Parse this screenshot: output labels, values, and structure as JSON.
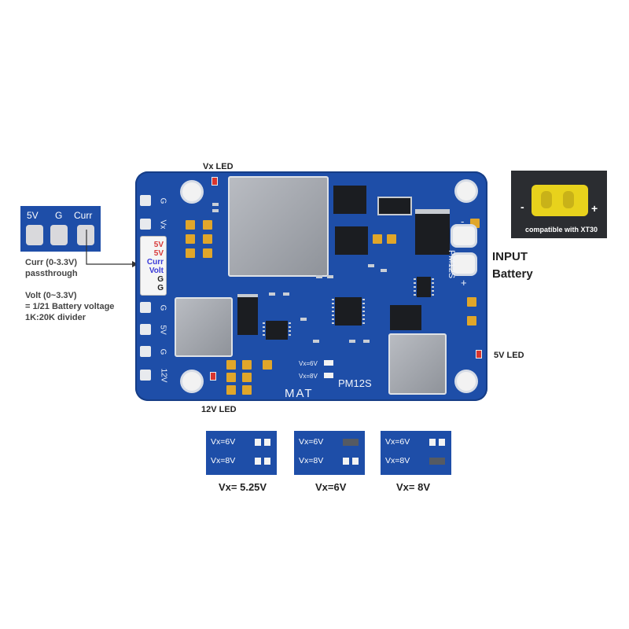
{
  "pinout": {
    "labels": [
      "5V",
      "G",
      "Curr"
    ]
  },
  "notes": {
    "curr_line1": "Curr (0-3.3V)",
    "curr_line2": "passthrough",
    "volt_line1": "Volt (0~3.3V)",
    "volt_line2": "= 1/21 Battery voltage",
    "volt_line3": "1K:20K divider"
  },
  "board": {
    "vx_led": "Vx LED",
    "twelve_led": "12V LED",
    "five_led": "5V LED",
    "silk_brand": "MAT",
    "silk_model": "PM12S",
    "silk_side_model": "PM12S",
    "silk_vx6": "Vx=6V",
    "silk_vx8": "Vx=8V",
    "minus": "-",
    "plus": "+",
    "left_pads": [
      "G",
      "Vx",
      "G",
      "5V",
      "G",
      "12V"
    ],
    "connector_pins": [
      {
        "text": "5V",
        "color": "#d83a3a"
      },
      {
        "text": "5V",
        "color": "#d83a3a"
      },
      {
        "text": "Curr",
        "color": "#3a3ad8"
      },
      {
        "text": "Volt",
        "color": "#3a3ad8"
      },
      {
        "text": "G",
        "color": "#222222"
      },
      {
        "text": "G",
        "color": "#222222"
      }
    ]
  },
  "input": {
    "line1": "INPUT",
    "line2": "Battery"
  },
  "xt30": {
    "caption": "compatible with XT30",
    "minus": "-",
    "plus": "+"
  },
  "configs": [
    {
      "row1": "Vx=6V",
      "row2": "Vx=8V",
      "bridge6": false,
      "bridge8": false,
      "caption": "Vx= 5.25V"
    },
    {
      "row1": "Vx=6V",
      "row2": "Vx=8V",
      "bridge6": true,
      "bridge8": false,
      "caption": "Vx=6V"
    },
    {
      "row1": "Vx=6V",
      "row2": "Vx=8V",
      "bridge6": false,
      "bridge8": true,
      "caption": "Vx= 8V"
    }
  ],
  "colors": {
    "pcb": "#1e4ea8",
    "pad": "#e8eaee",
    "inductor": "#a7abb1",
    "capacitor": "#e0a62a",
    "led_red": "#d9352e",
    "xt30_yellow": "#e8d21c"
  }
}
